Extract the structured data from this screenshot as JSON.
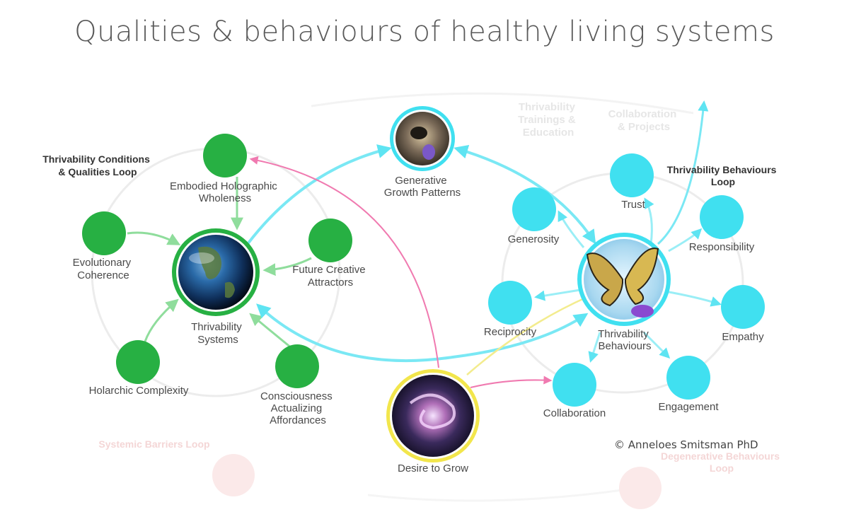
{
  "title": "Qualities & behaviours of healthy living systems",
  "copyright": "© Anneloes Smitsman PhD",
  "loops": {
    "conditions": [
      "Thrivability Conditions",
      "& Qualities Loop"
    ],
    "behaviours": [
      "Thrivability Behaviours",
      "Loop"
    ],
    "barriers": "Systemic Barriers Loop",
    "degenerative": [
      "Degenerative Behaviours",
      "Loop"
    ],
    "trainings": [
      "Thrivability",
      "Trainings &",
      "Education"
    ],
    "collaboration_projects": [
      "Collaboration",
      "& Projects"
    ]
  },
  "nodes": {
    "embodied": [
      "Embodied Holographic",
      "Wholeness"
    ],
    "evolutionary": [
      "Evolutionary",
      "Coherence"
    ],
    "future": [
      "Future Creative",
      "Attractors"
    ],
    "holarchic": [
      "Holarchic Complexity"
    ],
    "consciousness": [
      "Consciousness",
      "Actualizing",
      "Affordances"
    ],
    "systems": [
      "Thrivability",
      "Systems"
    ],
    "generative": [
      "Generative",
      "Growth Patterns"
    ],
    "desire": [
      "Desire to Grow"
    ],
    "behaviours": [
      "Thrivability",
      "Behaviours"
    ],
    "trust": [
      "Trust"
    ],
    "generosity": [
      "Generosity"
    ],
    "responsibility": [
      "Responsibility"
    ],
    "reciprocity": [
      "Reciprocity"
    ],
    "empathy": [
      "Empathy"
    ],
    "collaboration": [
      "Collaboration"
    ],
    "engagement": [
      "Engagement"
    ]
  },
  "colors": {
    "green": "#27b043",
    "cyan": "#40e0f0",
    "pink": "#f07ab0",
    "yellow": "#f0e860",
    "title": "#595959"
  }
}
